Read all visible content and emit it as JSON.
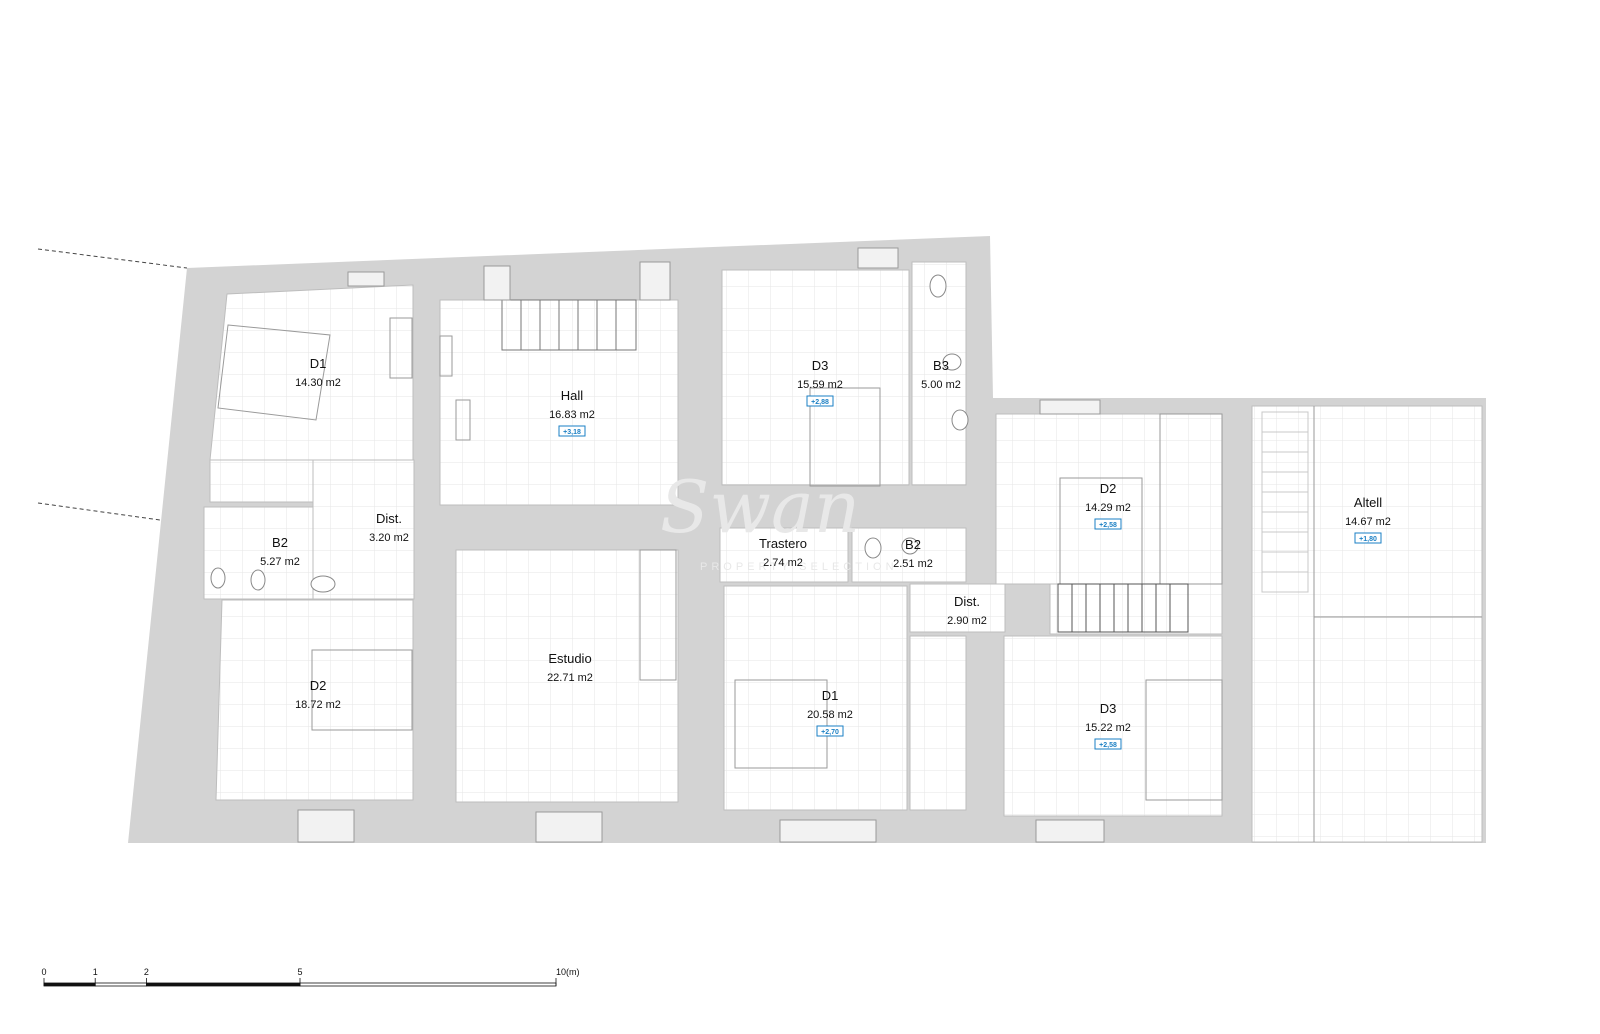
{
  "watermark": {
    "brand": "Swan",
    "tagline": "PROPERTY SELECTION"
  },
  "rooms": [
    {
      "id": "d1-west",
      "name": "D1",
      "area": "14.30 m2",
      "level": ""
    },
    {
      "id": "b2-west",
      "name": "B2",
      "area": "5.27 m2",
      "level": ""
    },
    {
      "id": "dist-west",
      "name": "Dist.",
      "area": "3.20 m2",
      "level": ""
    },
    {
      "id": "d2-west",
      "name": "D2",
      "area": "18.72 m2",
      "level": ""
    },
    {
      "id": "hall",
      "name": "Hall",
      "area": "16.83 m2",
      "level": "+3,18"
    },
    {
      "id": "estudio",
      "name": "Estudio",
      "area": "22.71 m2",
      "level": ""
    },
    {
      "id": "d3-center",
      "name": "D3",
      "area": "15.59 m2",
      "level": "+2,88"
    },
    {
      "id": "b3",
      "name": "B3",
      "area": "5.00 m2",
      "level": ""
    },
    {
      "id": "trastero",
      "name": "Trastero",
      "area": "2.74 m2",
      "level": ""
    },
    {
      "id": "b2-center",
      "name": "B2",
      "area": "2.51 m2",
      "level": ""
    },
    {
      "id": "dist-center",
      "name": "Dist.",
      "area": "2.90 m2",
      "level": ""
    },
    {
      "id": "d1-center",
      "name": "D1",
      "area": "20.58 m2",
      "level": "+2,70"
    },
    {
      "id": "d2-east",
      "name": "D2",
      "area": "14.29 m2",
      "level": "+2,58"
    },
    {
      "id": "d3-east",
      "name": "D3",
      "area": "15.22 m2",
      "level": "+2,58"
    },
    {
      "id": "altell",
      "name": "Altell",
      "area": "14.67 m2",
      "level": "+1,80"
    }
  ],
  "scale_bar": {
    "ticks": [
      "0",
      "1",
      "2",
      "5",
      "10(m)"
    ]
  }
}
